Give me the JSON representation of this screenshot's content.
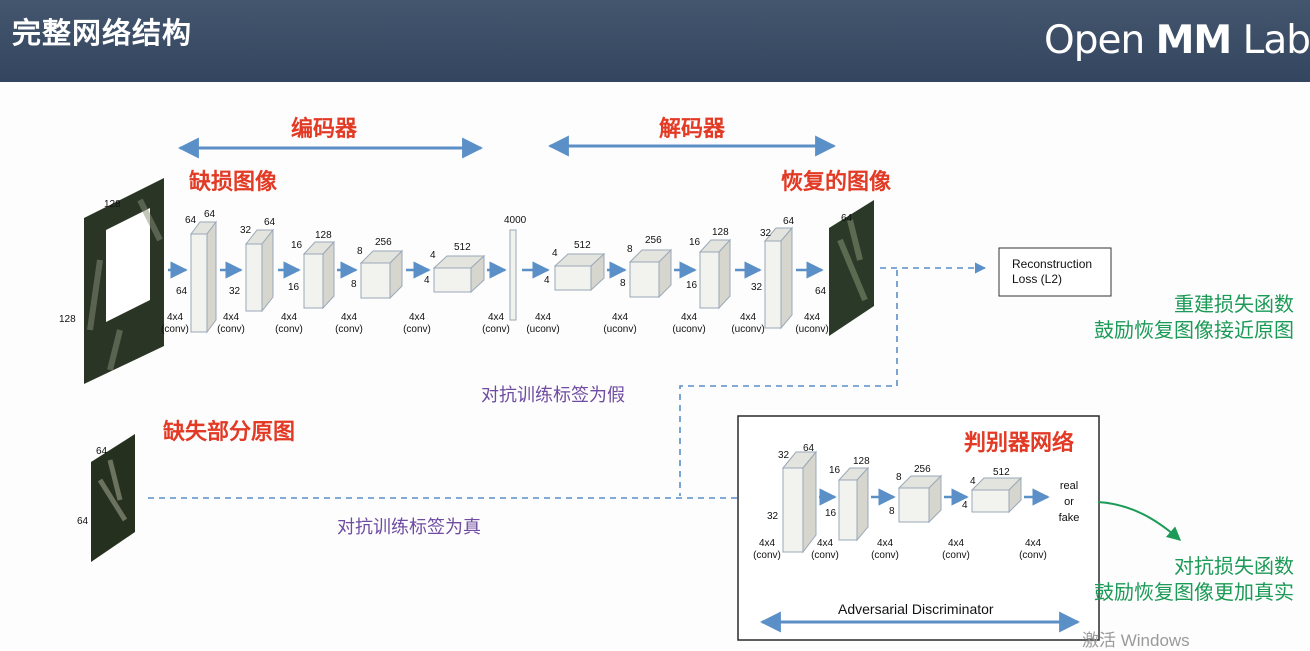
{
  "header": {
    "title": "完整网络结构",
    "logo_open": "Open",
    "logo_mm": "MM",
    "logo_lab": "Lab"
  },
  "labels": {
    "encoder": "编码器",
    "decoder": "解码器",
    "damaged_image": "缺损图像",
    "restored_image": "恢复的图像",
    "missing_part": "缺失部分原图",
    "discriminator_net": "判别器网络",
    "recon_loss": "Reconstruction Loss (L2)",
    "adv_discriminator": "Adversarial Discriminator",
    "green1_line1": "重建损失函数",
    "green1_line2": "鼓励恢复图像接近原图",
    "green2_line1": "对抗损失函数",
    "green2_line2": "鼓励恢复图像更加真实",
    "label_fake": "对抗训练标签为假",
    "label_real": "对抗训练标签为真",
    "real": "real",
    "or": "or",
    "fake": "fake",
    "watermark": "激活 Windows"
  },
  "input_dims": {
    "top": "128",
    "left": "128"
  },
  "missing_dims": {
    "top": "64",
    "left": "64"
  },
  "output_dims": {
    "top": "64",
    "left": "64"
  },
  "encoder_blocks": [
    {
      "top": "64",
      "side": "64",
      "left": "64",
      "op1": "4x4",
      "op2": "(conv)"
    },
    {
      "top": "64",
      "side": "32",
      "left": "32",
      "op1": "4x4",
      "op2": "(conv)"
    },
    {
      "top": "128",
      "side": "16",
      "left": "16",
      "op1": "4x4",
      "op2": "(conv)"
    },
    {
      "top": "256",
      "side": "8",
      "left": "8",
      "op1": "4x4",
      "op2": "(conv)"
    },
    {
      "top": "512",
      "side": "4",
      "left": "4",
      "op1": "4x4",
      "op2": "(conv)"
    }
  ],
  "bottleneck": {
    "top": "4000",
    "op1": "4x4",
    "op2": "(conv)"
  },
  "decoder_blocks": [
    {
      "top": "512",
      "side": "4",
      "left": "4",
      "op1": "4x4",
      "op2": "(uconv)"
    },
    {
      "top": "256",
      "side": "8",
      "left": "8",
      "op1": "4x4",
      "op2": "(uconv)"
    },
    {
      "top": "128",
      "side": "16",
      "left": "16",
      "op1": "4x4",
      "op2": "(uconv)"
    },
    {
      "top": "64",
      "side": "32",
      "left": "32",
      "op1": "4x4",
      "op2": "(uconv)"
    },
    {
      "op1": "4x4",
      "op2": "(uconv)"
    }
  ],
  "disc_blocks": [
    {
      "top": "64",
      "side": "32",
      "left": "32",
      "op1": "4x4",
      "op2": "(conv)"
    },
    {
      "top": "128",
      "side": "16",
      "left": "16",
      "op1": "4x4",
      "op2": "(conv)"
    },
    {
      "top": "256",
      "side": "8",
      "left": "8",
      "op1": "4x4",
      "op2": "(conv)"
    },
    {
      "top": "512",
      "side": "4",
      "left": "4",
      "op1": "4x4",
      "op2": "(conv)"
    },
    {
      "op1": "4x4",
      "op2": "(conv)"
    }
  ],
  "colors": {
    "header_bg": "#3b4d66",
    "red_label": "#e23a25",
    "green_label": "#1c9a57",
    "purple_label": "#6f4ca1",
    "arrow_blue": "#5b8fc7",
    "box_fill": "#f2f2ee"
  }
}
